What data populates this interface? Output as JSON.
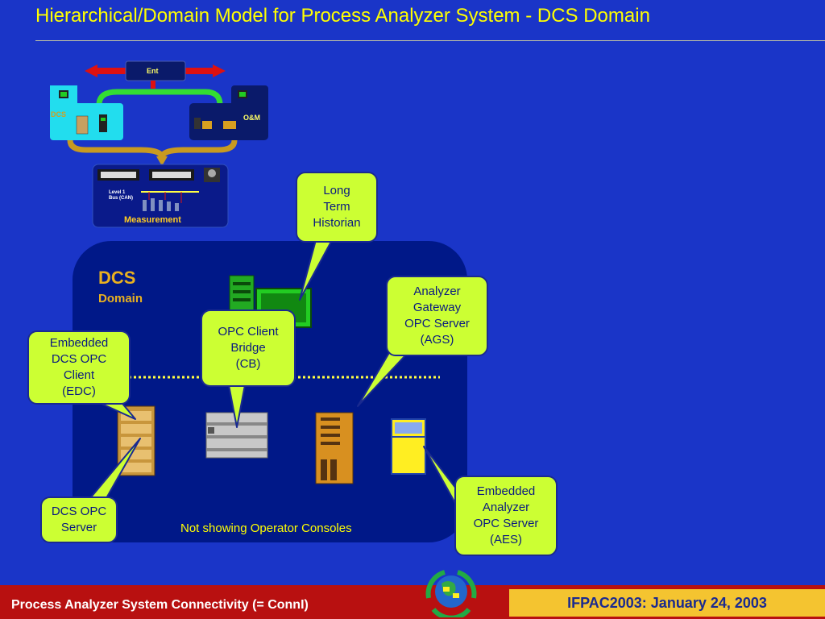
{
  "title": "Hierarchical/Domain Model for Process Analyzer System -  DCS Domain",
  "hierarchy": {
    "ent": "Ent",
    "dcs": "DCS",
    "om": "O&M",
    "level1_bus": "Level 1\nBus (CAN)",
    "measurement": "Measurement"
  },
  "domain": {
    "title": "DCS",
    "subtitle": "Domain"
  },
  "callouts": {
    "long_term_historian": "Long\nTerm\nHistorian",
    "analyzer_gateway": "Analyzer\nGateway\nOPC Server\n(AGS)",
    "opc_client_bridge": "OPC Client\nBridge\n(CB)",
    "embedded_dcs_opc_client": "Embedded\nDCS OPC\nClient\n(EDC)",
    "dcs_opc_server": "DCS OPC\nServer",
    "embedded_analyzer": "Embedded\nAnalyzer\nOPC Server\n(AES)"
  },
  "note": "Not showing Operator Consoles",
  "footer": {
    "left": "Process Analyzer System Connectivity  (= ConnI)",
    "right": "IFPAC2003: January 24, 2003"
  },
  "colors": {
    "background": "#1a35c8",
    "title": "#ffff00",
    "callout": "#ccff33",
    "domain_box": "#001888",
    "footer_bar": "#b81010",
    "footer_right": "#f4c430"
  }
}
